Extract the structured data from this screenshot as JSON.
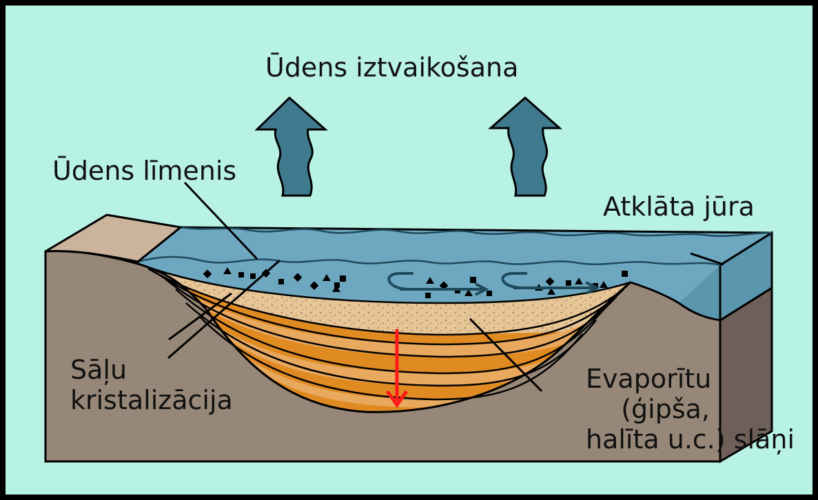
{
  "labels": {
    "evaporation": "Ūdens iztvaikošana",
    "water_level": "Ūdens līmenis",
    "open_sea": "Atklāta jūra",
    "salt_crystallization_1": "Sāļu",
    "salt_crystallization_2": "kristalizācija",
    "evaporites_1": "Evaporītu",
    "evaporites_2": "(ģipša,",
    "evaporites_3": "halīta u.c.) slāņi"
  },
  "colors": {
    "background": "#b8f2e4",
    "frame": "#000000",
    "water": "#6ea8c0",
    "water_dark": "#5a96ae",
    "arrow_fill": "#3f7a8f",
    "rock": "#978778",
    "rock_dark": "#6e6058",
    "cliff": "#cbb39c",
    "sand": "#e3bf90",
    "evaporite_dark": "#e08a22",
    "evaporite_light": "#e8a85e",
    "subsidence_arrow": "#ff1a1a"
  }
}
